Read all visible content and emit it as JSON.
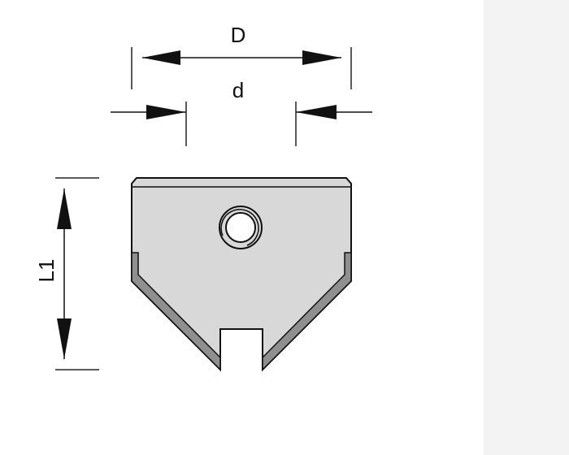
{
  "labels": {
    "outer_diameter": "D",
    "inner_diameter": "d",
    "length": "L1"
  },
  "colors": {
    "background": "#ffffff",
    "side_panel": "#f3f3f3",
    "body_fill": "#d8d8d8",
    "blade_fill": "#8f8f8f",
    "ink": "#111111"
  }
}
